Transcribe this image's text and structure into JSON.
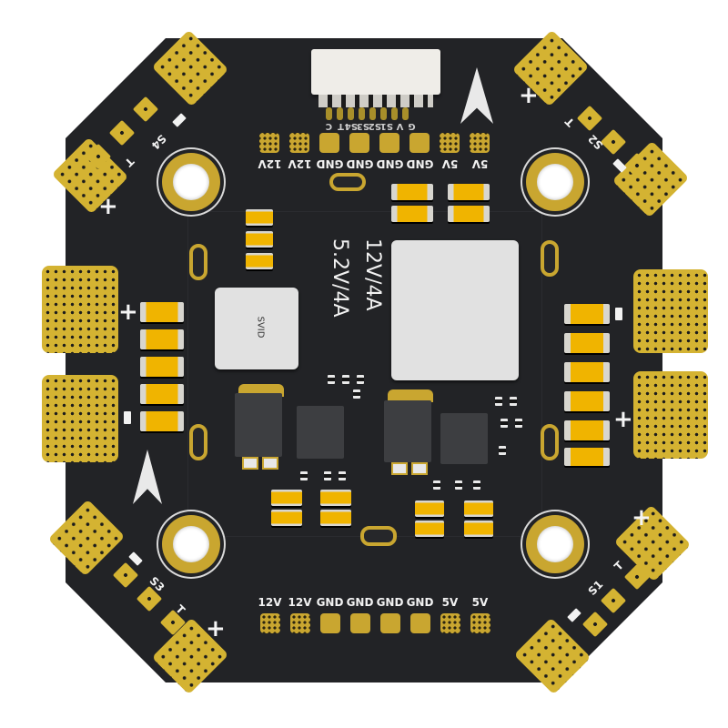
{
  "product": {
    "type": "PCB power distribution board (PDB)",
    "silkscreen_ratings": [
      "12V/4A",
      "5.2V/4A"
    ],
    "inductor_marking": "SVID",
    "colors": {
      "board": "#222326",
      "gold": "#d4b332",
      "silk": "#f2f2f2",
      "capacitor": "#f0b400",
      "inductor": "#e1e1e1"
    }
  },
  "connector": {
    "pin_labels": [
      "C",
      "T",
      "S4",
      "S3",
      "S2",
      "S1",
      "V",
      "G"
    ]
  },
  "top_pad_row": {
    "labels": [
      "12V",
      "12V",
      "GND",
      "GND",
      "GND",
      "GND",
      "5V",
      "5V"
    ]
  },
  "bottom_pad_row": {
    "labels": [
      "12V",
      "12V",
      "GND",
      "GND",
      "GND",
      "GND",
      "5V",
      "5V"
    ]
  },
  "motor_corners": {
    "top_left": {
      "signal": "S4",
      "telemetry": "T"
    },
    "top_right": {
      "signal": "S2",
      "telemetry": "T"
    },
    "bottom_left": {
      "signal": "S3",
      "telemetry": "T"
    },
    "bottom_right": {
      "signal": "S1",
      "telemetry": "T"
    }
  },
  "battery_pads": {
    "left_symbol": "+",
    "right_symbol": "+"
  },
  "icons": {
    "polarity_plus": "+",
    "direction_arrow": "arrow-up"
  }
}
